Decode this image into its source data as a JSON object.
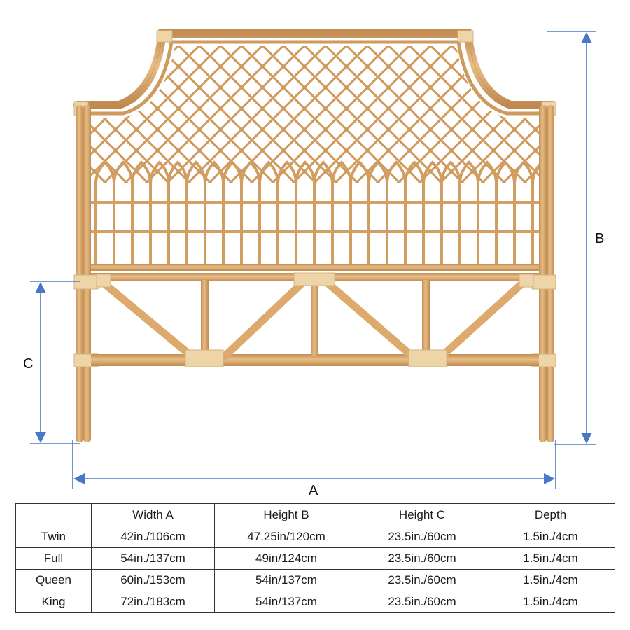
{
  "diagram": {
    "subject": "rattan-headboard",
    "dimension_labels": {
      "a": "A",
      "b": "B",
      "c": "C"
    },
    "colors": {
      "rattan": "#D9A66B",
      "rattan_dark": "#B9834A",
      "rattan_light": "#EACB9C",
      "binding": "#EDD5A8",
      "dimension_line": "#4A78C8",
      "table_border": "#333333",
      "text": "#1a1a1a"
    }
  },
  "table": {
    "headers": [
      "",
      "Width A",
      "Height B",
      "Height C",
      "Depth"
    ],
    "rows": [
      {
        "size": "Twin",
        "width_a": "42in./106cm",
        "height_b": "47.25in/120cm",
        "height_c": "23.5in./60cm",
        "depth": "1.5in./4cm"
      },
      {
        "size": "Full",
        "width_a": "54in./137cm",
        "height_b": "49in/124cm",
        "height_c": "23.5in./60cm",
        "depth": "1.5in./4cm"
      },
      {
        "size": "Queen",
        "width_a": "60in./153cm",
        "height_b": "54in/137cm",
        "height_c": "23.5in./60cm",
        "depth": "1.5in./4cm"
      },
      {
        "size": "King",
        "width_a": "72in./183cm",
        "height_b": "54in/137cm",
        "height_c": "23.5in./60cm",
        "depth": "1.5in./4cm"
      }
    ]
  }
}
